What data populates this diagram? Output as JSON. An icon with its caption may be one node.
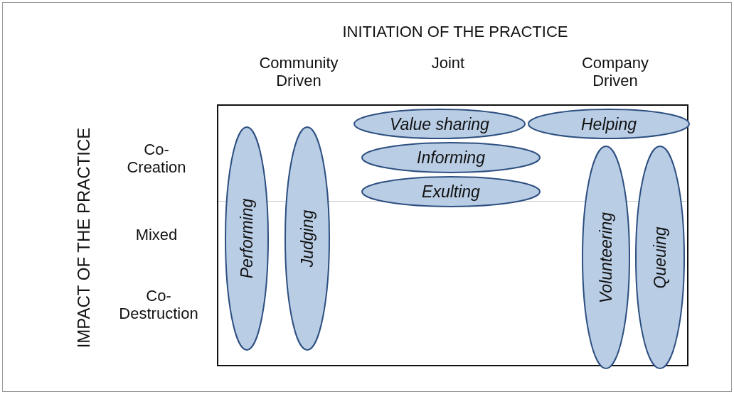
{
  "diagram": {
    "title": "INITIATION OF THE PRACTICE",
    "nodes": [
      {
        "text": [],
        "shape": "box"
      },
      {
        "text": [
          "Performing"
        ],
        "in": 0
      },
      {
        "text": [
          "Judging"
        ],
        "in": 0
      },
      {
        "text": [
          "Value sharing"
        ],
        "in": 0
      },
      {
        "text": [
          "Informing"
        ],
        "in": 0
      },
      {
        "text": [
          "Exulting"
        ],
        "in": 0
      },
      {
        "text": [
          "Helping"
        ],
        "in": 0
      },
      {
        "text": [
          "Volunteering"
        ],
        "in": 0
      },
      {
        "text": [
          "Queuing"
        ],
        "in": 0
      }
    ],
    "labels": [
      "Community Driven",
      "Joint",
      "Company Driven",
      "IMPACT OF THE PRACTICE",
      "Co- Creation",
      "Mixed",
      "Co- Destruction"
    ]
  }
}
